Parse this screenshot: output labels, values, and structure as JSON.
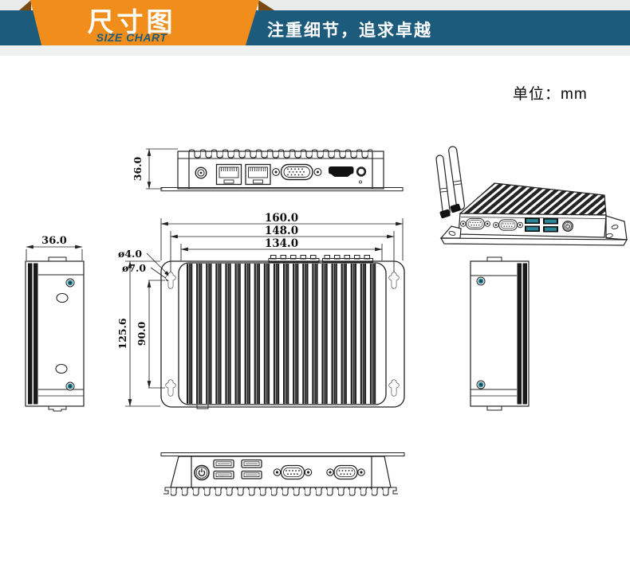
{
  "header": {
    "title": "尺寸图",
    "subtitle": "SIZE CHART",
    "slogan": "注重细节，追求卓越"
  },
  "unit_label": "单位：mm",
  "dimensions": {
    "rear_height": "36.0",
    "side_width": "36.0",
    "width_outer": "160.0",
    "width_holes": "148.0",
    "width_body": "134.0",
    "height_outer": "125.6",
    "holes_pitch": "90.0",
    "hole_inner": "ø4.0",
    "hole_outer": "ø7.0"
  },
  "colors": {
    "banner_blue": "#1d5b7c",
    "banner_orange": "#f18e1b",
    "fold_brown": "#7a4a12",
    "bg_gray": "#e8eceb",
    "line_dark": "#222222",
    "accent_teal": "#2b8697"
  }
}
